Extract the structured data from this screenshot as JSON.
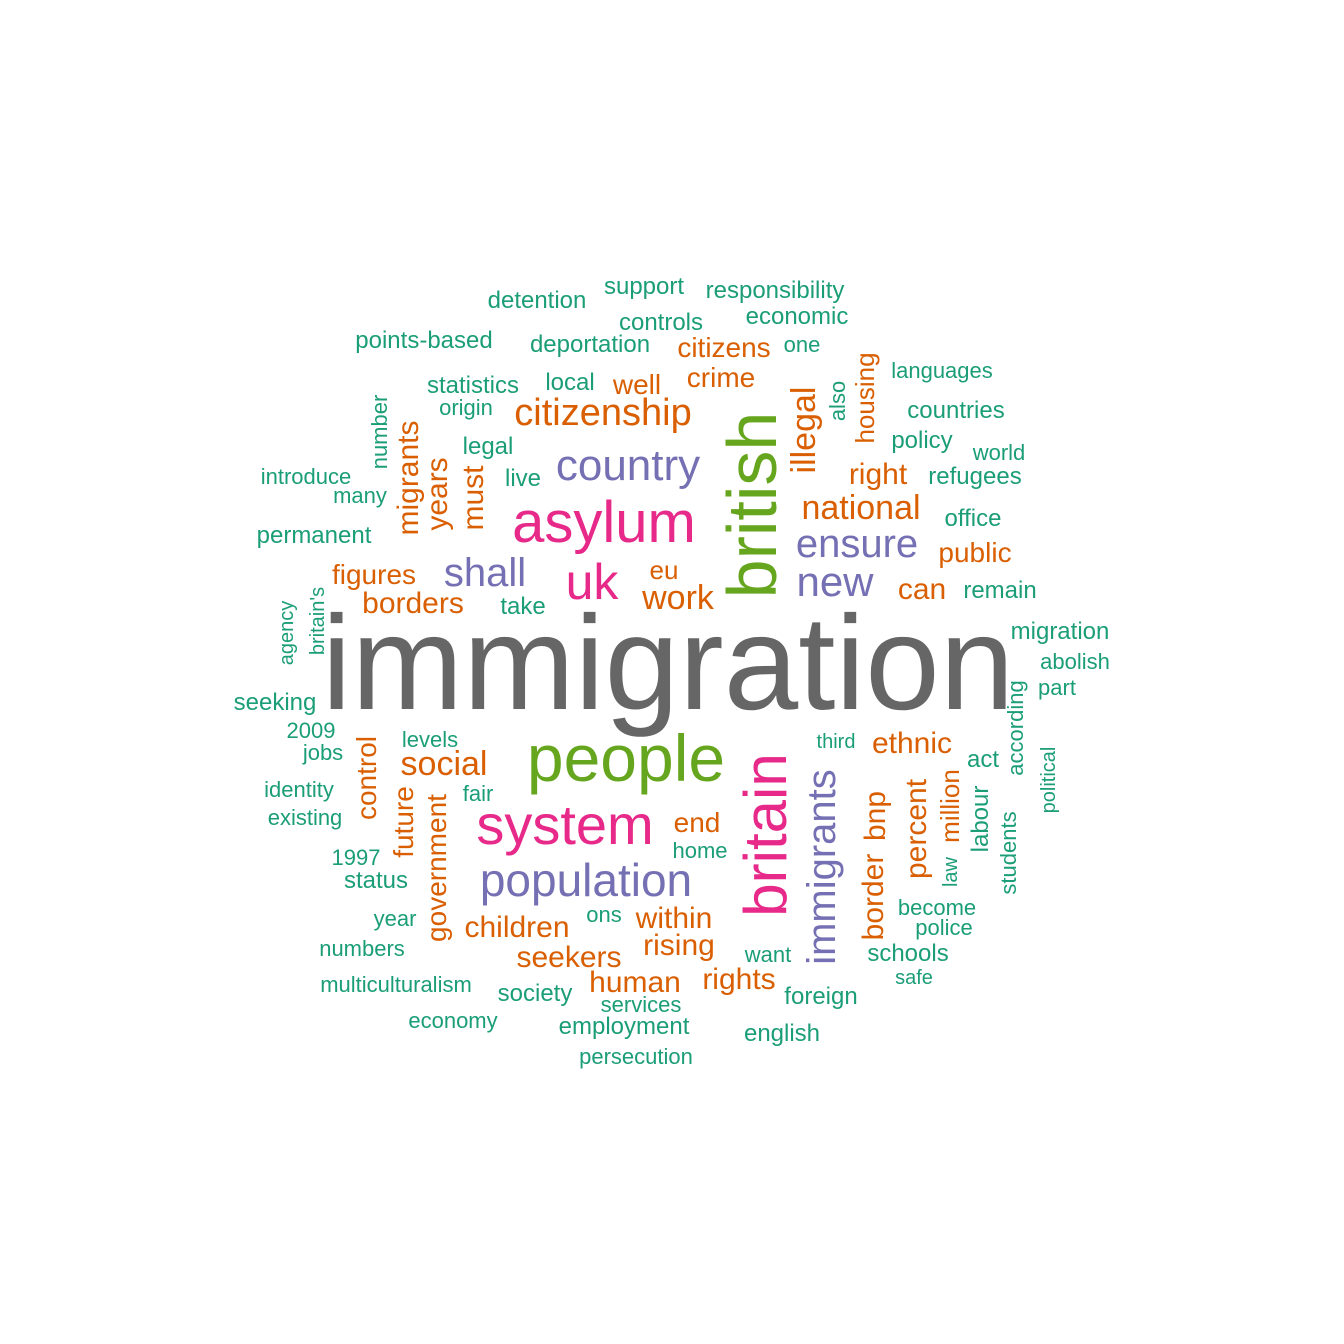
{
  "palette": {
    "w0": "#666666",
    "w1": "#66a61e",
    "w2": "#e7298a",
    "w3": "#7570b3",
    "w4": "#d95f02",
    "w5": "#1b9e77"
  },
  "words": [
    {
      "text": "immigration",
      "tier": 0
    },
    {
      "text": "british",
      "tier": 1
    },
    {
      "text": "people",
      "tier": 1
    },
    {
      "text": "asylum",
      "tier": 2
    },
    {
      "text": "uk",
      "tier": 2
    },
    {
      "text": "system",
      "tier": 2
    },
    {
      "text": "britain",
      "tier": 2
    },
    {
      "text": "country",
      "tier": 3
    },
    {
      "text": "shall",
      "tier": 3
    },
    {
      "text": "ensure",
      "tier": 3
    },
    {
      "text": "new",
      "tier": 3
    },
    {
      "text": "population",
      "tier": 3
    },
    {
      "text": "immigrants",
      "tier": 3
    },
    {
      "text": "citizenship",
      "tier": 4
    },
    {
      "text": "national",
      "tier": 4
    },
    {
      "text": "illegal",
      "tier": 4
    },
    {
      "text": "migrants",
      "tier": 4
    },
    {
      "text": "years",
      "tier": 4
    },
    {
      "text": "must",
      "tier": 4
    },
    {
      "text": "right",
      "tier": 4
    },
    {
      "text": "public",
      "tier": 4
    },
    {
      "text": "can",
      "tier": 4
    },
    {
      "text": "work",
      "tier": 4
    },
    {
      "text": "eu",
      "tier": 4
    },
    {
      "text": "borders",
      "tier": 4
    },
    {
      "text": "figures",
      "tier": 4
    },
    {
      "text": "well",
      "tier": 4
    },
    {
      "text": "crime",
      "tier": 4
    },
    {
      "text": "citizens",
      "tier": 4
    },
    {
      "text": "housing",
      "tier": 4
    },
    {
      "text": "social",
      "tier": 4
    },
    {
      "text": "control",
      "tier": 4
    },
    {
      "text": "future",
      "tier": 4
    },
    {
      "text": "government",
      "tier": 4
    },
    {
      "text": "ethnic",
      "tier": 4
    },
    {
      "text": "end",
      "tier": 4
    },
    {
      "text": "bnp",
      "tier": 4
    },
    {
      "text": "border",
      "tier": 4
    },
    {
      "text": "percent",
      "tier": 4
    },
    {
      "text": "million",
      "tier": 4
    },
    {
      "text": "children",
      "tier": 4
    },
    {
      "text": "within",
      "tier": 4
    },
    {
      "text": "rising",
      "tier": 4
    },
    {
      "text": "seekers",
      "tier": 4
    },
    {
      "text": "human",
      "tier": 4
    },
    {
      "text": "rights",
      "tier": 4
    },
    {
      "text": "support",
      "tier": 5
    },
    {
      "text": "responsibility",
      "tier": 5
    },
    {
      "text": "detention",
      "tier": 5
    },
    {
      "text": "controls",
      "tier": 5
    },
    {
      "text": "economic",
      "tier": 5
    },
    {
      "text": "points-based",
      "tier": 5
    },
    {
      "text": "deportation",
      "tier": 5
    },
    {
      "text": "one",
      "tier": 5
    },
    {
      "text": "languages",
      "tier": 5
    },
    {
      "text": "statistics",
      "tier": 5
    },
    {
      "text": "local",
      "tier": 5
    },
    {
      "text": "origin",
      "tier": 5
    },
    {
      "text": "also",
      "tier": 5
    },
    {
      "text": "countries",
      "tier": 5
    },
    {
      "text": "number",
      "tier": 5
    },
    {
      "text": "legal",
      "tier": 5
    },
    {
      "text": "policy",
      "tier": 5
    },
    {
      "text": "world",
      "tier": 5
    },
    {
      "text": "introduce",
      "tier": 5
    },
    {
      "text": "live",
      "tier": 5
    },
    {
      "text": "refugees",
      "tier": 5
    },
    {
      "text": "many",
      "tier": 5
    },
    {
      "text": "office",
      "tier": 5
    },
    {
      "text": "permanent",
      "tier": 5
    },
    {
      "text": "remain",
      "tier": 5
    },
    {
      "text": "take",
      "tier": 5
    },
    {
      "text": "agency",
      "tier": 5
    },
    {
      "text": "britain's",
      "tier": 5
    },
    {
      "text": "migration",
      "tier": 5
    },
    {
      "text": "abolish",
      "tier": 5
    },
    {
      "text": "part",
      "tier": 5
    },
    {
      "text": "seeking",
      "tier": 5
    },
    {
      "text": "according",
      "tier": 5
    },
    {
      "text": "2009",
      "tier": 5
    },
    {
      "text": "levels",
      "tier": 5
    },
    {
      "text": "third",
      "tier": 5
    },
    {
      "text": "jobs",
      "tier": 5
    },
    {
      "text": "act",
      "tier": 5
    },
    {
      "text": "political",
      "tier": 5
    },
    {
      "text": "identity",
      "tier": 5
    },
    {
      "text": "fair",
      "tier": 5
    },
    {
      "text": "labour",
      "tier": 5
    },
    {
      "text": "existing",
      "tier": 5
    },
    {
      "text": "students",
      "tier": 5
    },
    {
      "text": "1997",
      "tier": 5
    },
    {
      "text": "home",
      "tier": 5
    },
    {
      "text": "law",
      "tier": 5
    },
    {
      "text": "status",
      "tier": 5
    },
    {
      "text": "become",
      "tier": 5
    },
    {
      "text": "year",
      "tier": 5
    },
    {
      "text": "ons",
      "tier": 5
    },
    {
      "text": "police",
      "tier": 5
    },
    {
      "text": "numbers",
      "tier": 5
    },
    {
      "text": "want",
      "tier": 5
    },
    {
      "text": "schools",
      "tier": 5
    },
    {
      "text": "safe",
      "tier": 5
    },
    {
      "text": "multiculturalism",
      "tier": 5
    },
    {
      "text": "society",
      "tier": 5
    },
    {
      "text": "services",
      "tier": 5
    },
    {
      "text": "foreign",
      "tier": 5
    },
    {
      "text": "economy",
      "tier": 5
    },
    {
      "text": "employment",
      "tier": 5
    },
    {
      "text": "english",
      "tier": 5
    },
    {
      "text": "persecution",
      "tier": 5
    }
  ]
}
